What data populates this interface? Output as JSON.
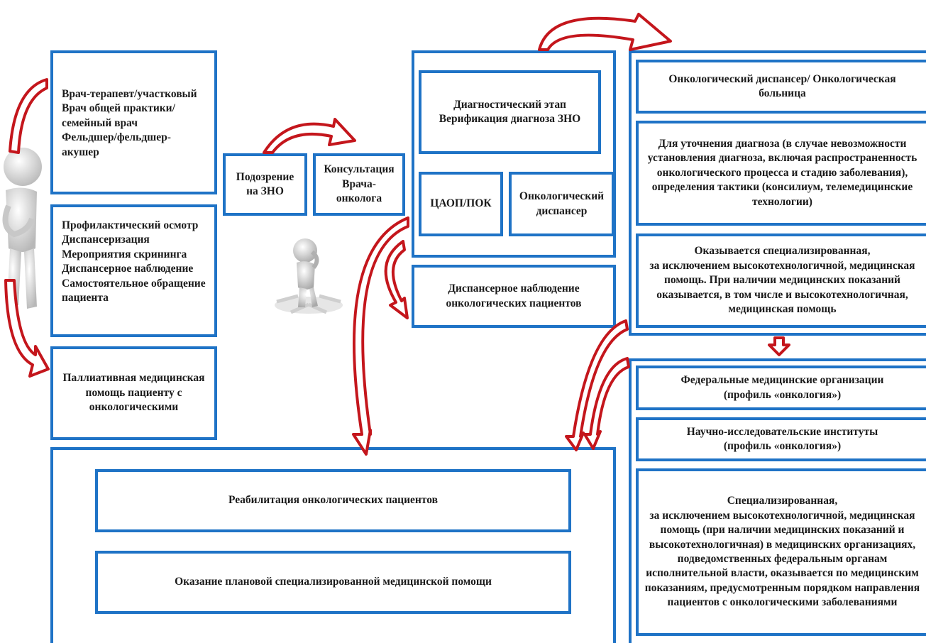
{
  "boxes": {
    "doctors": "Врач-терапевт/участковый\nВрач общей практики/семейный врач\nФельдшер/фельдшер-акушер",
    "prevention": "Профилактический осмотр\nДиспансеризация\nМероприятия скрининга\nДиспансерное наблюдение\nСамостоятельное обращение пациента",
    "palliative": "Паллиативная медицинская помощь пациенту с онкологическими",
    "suspicion": "Подозрение на ЗНО",
    "consultation": "Консультация Врача-онколога",
    "diagnostic": "Диагностический этап\nВерификация диагноза ЗНО",
    "caop": "ЦАОП/ПОК",
    "onco_dispensary_small": "Онкологический диспансер",
    "dispensary_observation": "Диспансерное наблюдение онкологических пациентов",
    "onco_dispensary_hospital": "Онкологический диспансер/ Онкологическая больница",
    "clarify_diagnosis": "Для уточнения диагноза (в случае невозможности установления диагноза, включая распространенность онкологического процесса и стадию заболевания), определения тактики (консилиум, телемедицинские технологии)",
    "specialized_care": "Оказывается специализированная,\nза исключением высокотехнологичной, медицинская помощь. При наличии медицинских показаний оказывается, в том числе и высокотехнологичная, медицинская помощь",
    "federal_orgs": "Федеральные медицинские организации\n(профиль «онкология»)",
    "research_institutes": "Научно-исследовательские институты\n(профиль «онкология»)",
    "federal_care": "Специализированная,\nза исключением высокотехнологичной, медицинская помощь (при наличии медицинских показаний и высокотехнологичная) в медицинских организациях, подведомственных федеральным органам исполнительной власти, оказывается по медицинским показаниям, предусмотренным порядком направления пациентов с онкологическими заболеваниями",
    "rehabilitation": "Реабилитация онкологических пациентов",
    "planned_care": "Оказание плановой специализированной медицинской помощи"
  },
  "colors": {
    "border": "#1f73c6",
    "arrow": "#c4161c",
    "text": "#1a1a1a"
  }
}
